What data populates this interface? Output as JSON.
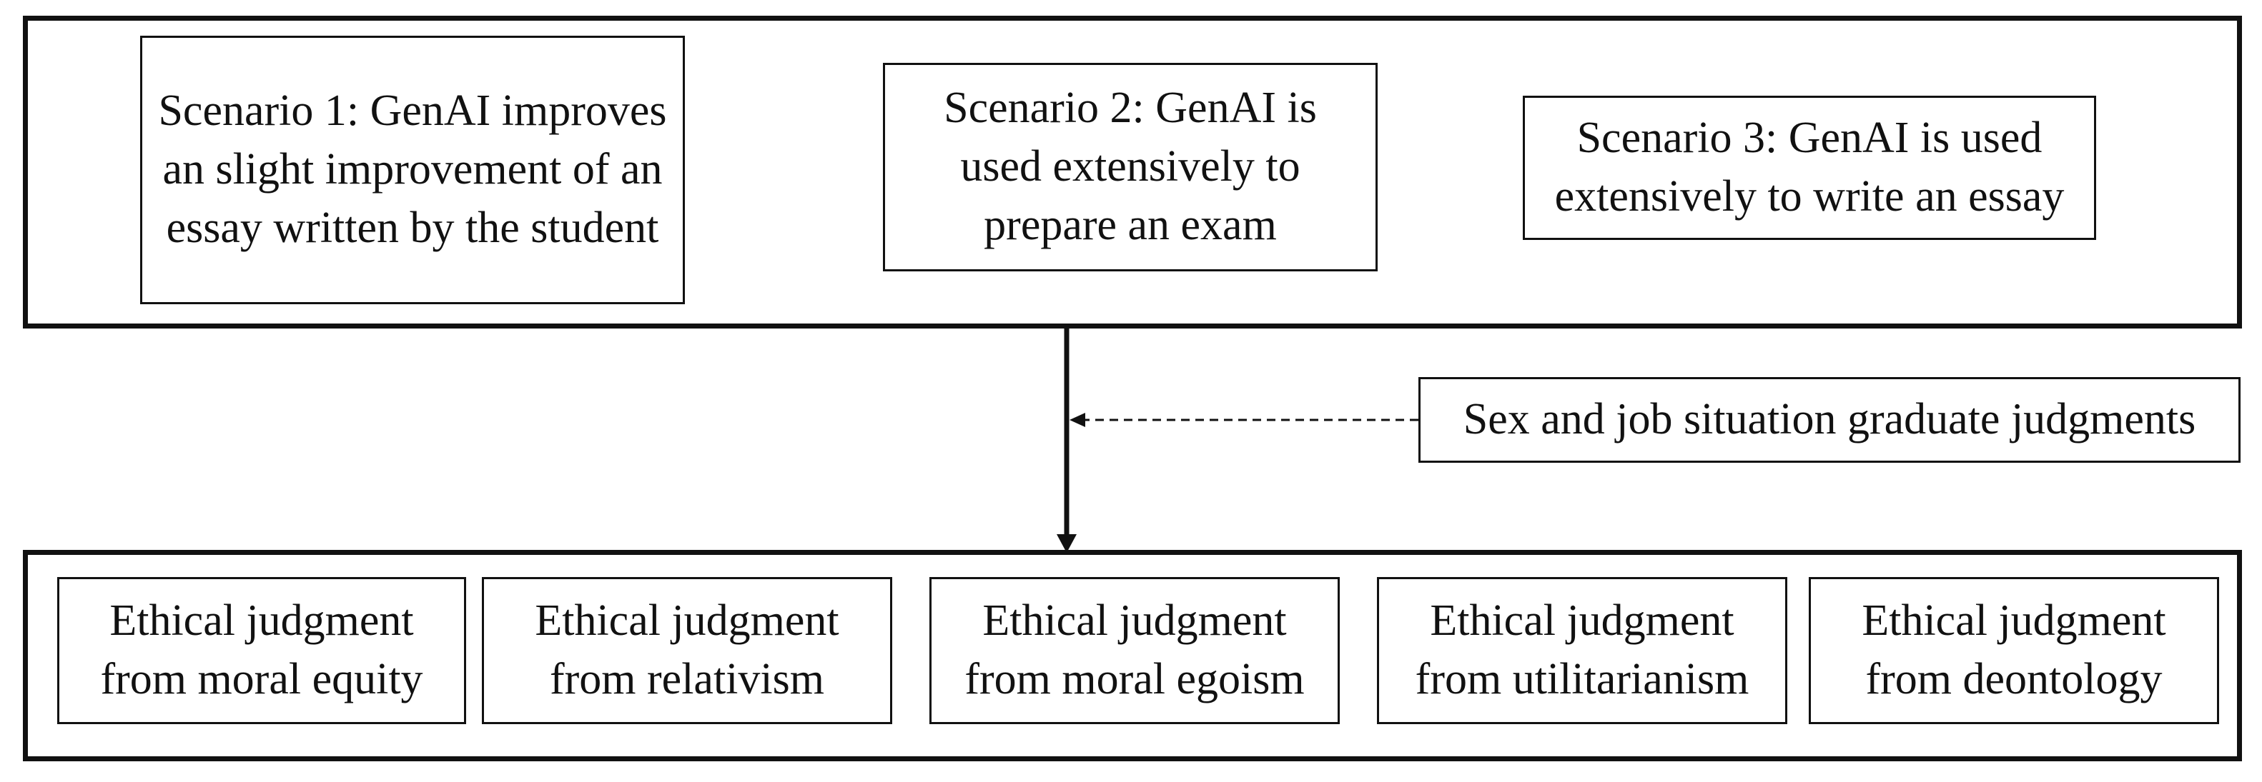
{
  "scenarios": [
    {
      "label": "Scenario 1: GenAI improves an slight improvement of an essay written by the student"
    },
    {
      "label": "Scenario 2: GenAI is used extensively to prepare an exam"
    },
    {
      "label": "Scenario 3: GenAI is used extensively to write an essay"
    }
  ],
  "moderator": {
    "label": "Sex and job situation graduate judgments"
  },
  "judgments": [
    {
      "label": "Ethical judgment from moral equity"
    },
    {
      "label": "Ethical judgment from relativism"
    },
    {
      "label": "Ethical judgment from moral egoism"
    },
    {
      "label": "Ethical judgment from utilitarianism"
    },
    {
      "label": "Ethical judgment from deontology"
    }
  ]
}
